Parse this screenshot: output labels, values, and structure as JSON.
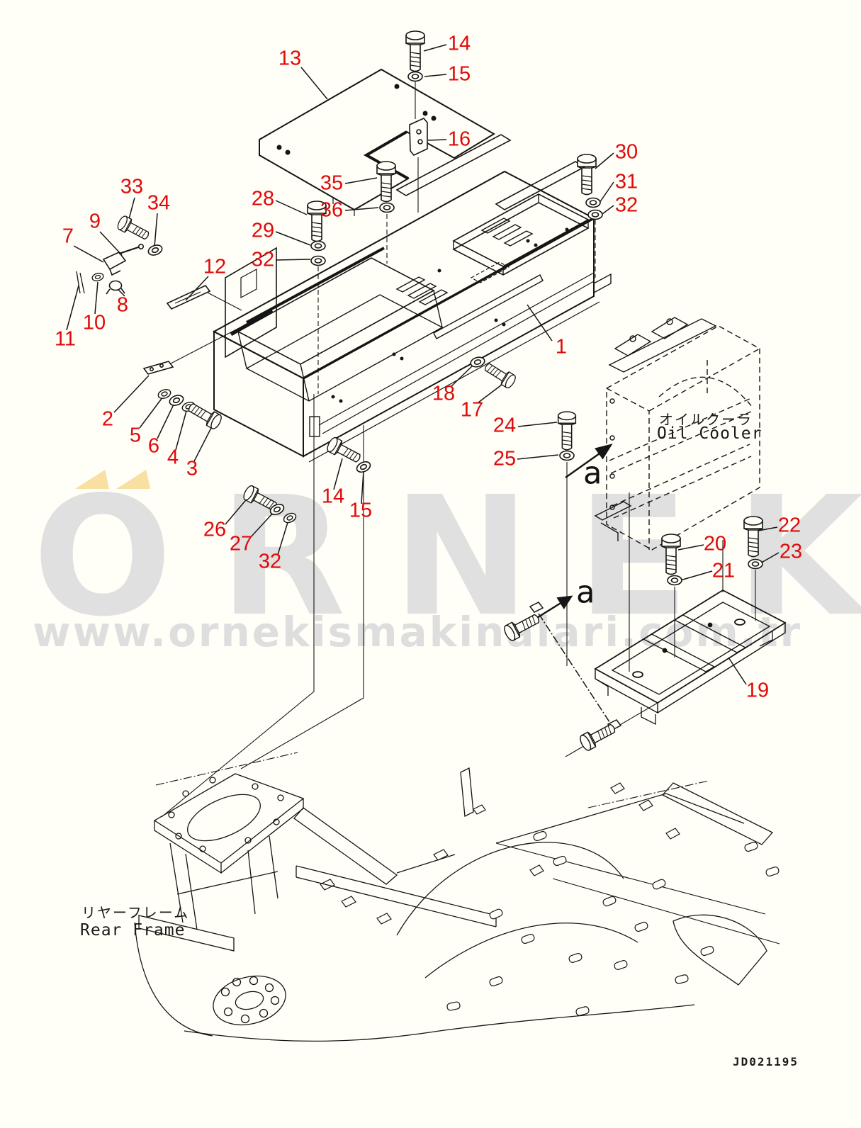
{
  "watermark": {
    "brand": "ORNEK",
    "url": "www.ornekismakinalari.com.tr",
    "accent_yellow": "#f8dfa2",
    "gray": "#dedede"
  },
  "diagram": {
    "callout_color": "#e00a0a",
    "line_color": "#151515",
    "drawing_number": "JD021195"
  },
  "labels": {
    "oil_cooler_jp": "オイルクーラ",
    "oil_cooler_en": "Oil Cooler",
    "rear_frame_jp": "リヤーフレーム",
    "rear_frame_en": "Rear Frame"
  },
  "view_labels": [
    "a",
    "a"
  ],
  "callout_labels": [
    "13",
    "14",
    "15",
    "16",
    "30",
    "31",
    "32",
    "35",
    "36",
    "28",
    "29",
    "32",
    "33",
    "34",
    "9",
    "7",
    "12",
    "8",
    "10",
    "11",
    "1",
    "18",
    "17",
    "2",
    "5",
    "6",
    "4",
    "3",
    "24",
    "25",
    "26",
    "27",
    "32",
    "14",
    "15",
    "20",
    "21",
    "22",
    "23",
    "19"
  ]
}
